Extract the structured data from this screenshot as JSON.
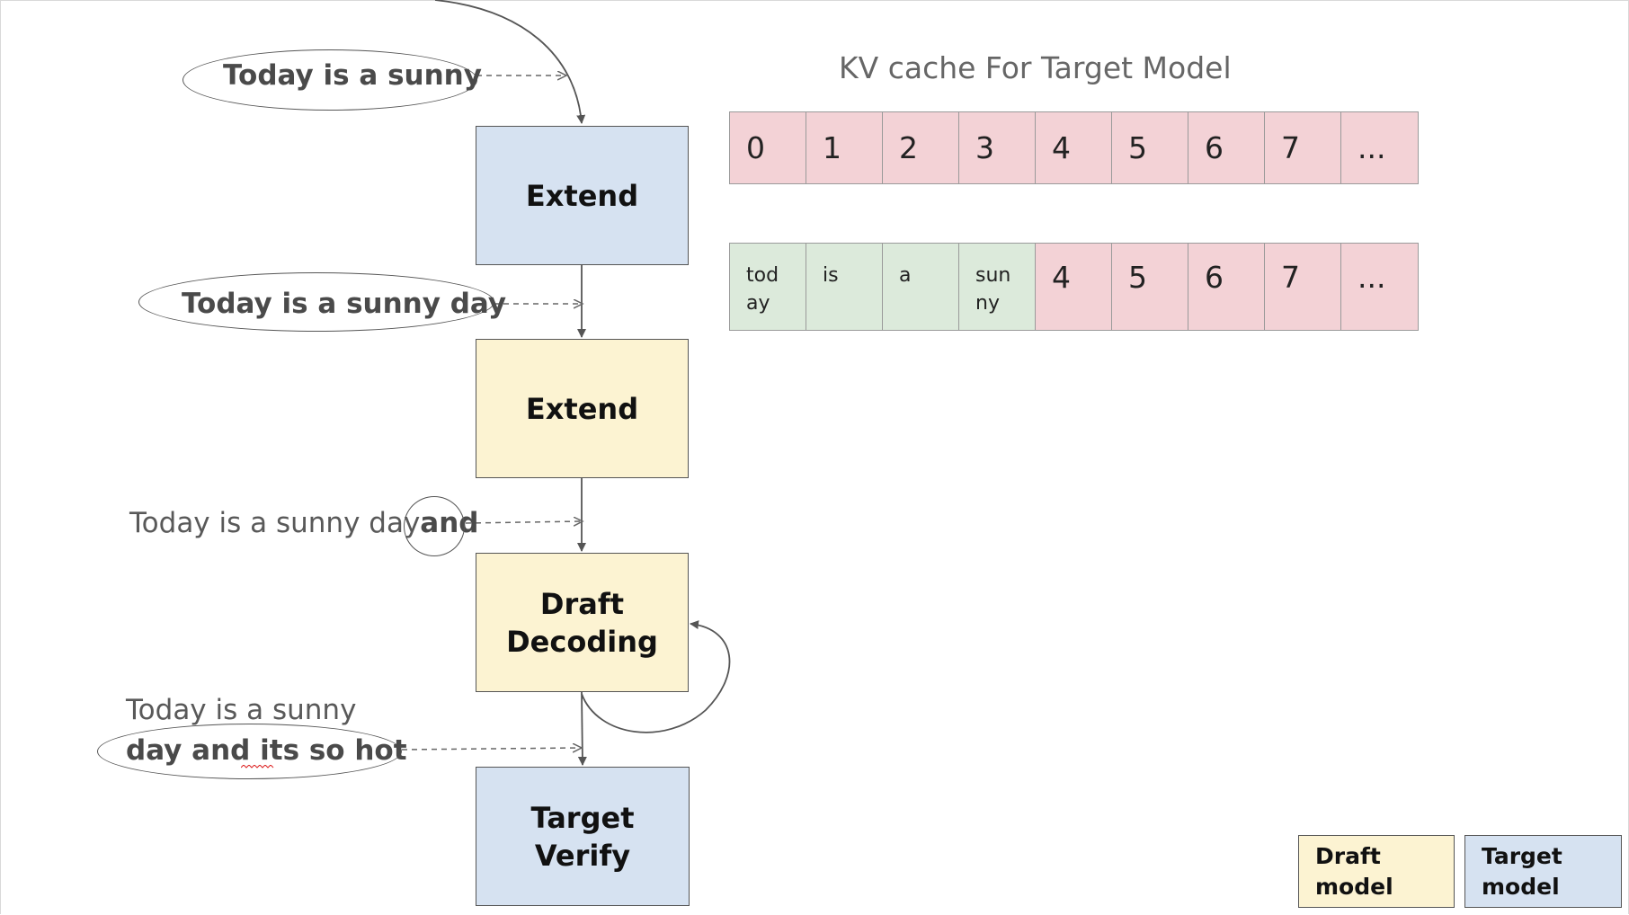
{
  "kv_title": "KV cache For Target Model",
  "boxes": {
    "extend1": "Extend",
    "extend2": "Extend",
    "draft": "Draft\nDecoding",
    "verify": "Target\nVerify"
  },
  "labels": {
    "l1": "Today is a sunny",
    "l2": "Today is a sunny day",
    "l3_plain": "Today is a sunny day",
    "l3_bold": "and",
    "l4_line1": "Today is a sunny",
    "l4_line2": "day and its so hot"
  },
  "kv_row1": [
    "0",
    "1",
    "2",
    "3",
    "4",
    "5",
    "6",
    "7",
    "..."
  ],
  "kv_row2": [
    "tod\nay",
    "is",
    "a",
    "sun\nny",
    "4",
    "5",
    "6",
    "7",
    "..."
  ],
  "legend": {
    "draft": "Draft\nmodel",
    "target": "Target\nmodel"
  },
  "colors": {
    "target_model": "#d6e2f1",
    "draft_model": "#fcf3d2",
    "kv_empty": "#f3d2d6",
    "kv_filled": "#dceadb"
  }
}
